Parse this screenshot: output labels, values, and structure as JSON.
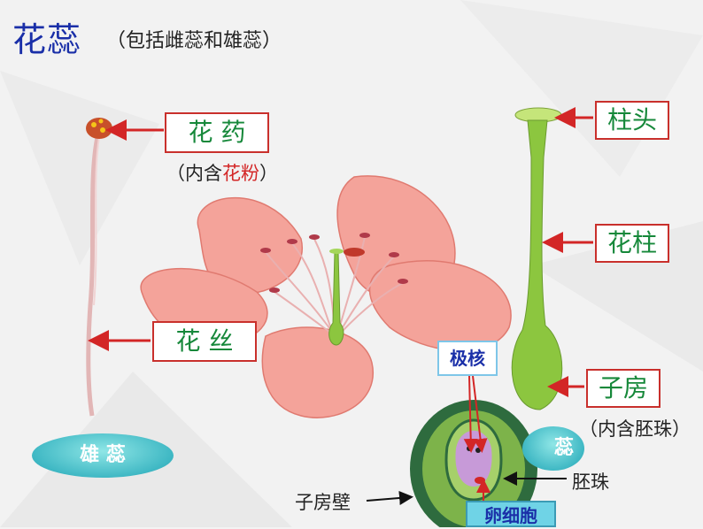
{
  "title": "花蕊",
  "subtitle": "（包括雌蕊和雄蕊）",
  "labels": {
    "anther": "花  药",
    "anther_note_prefix": "（内含",
    "anther_note_red": "花粉",
    "anther_note_suffix": "）",
    "filament": "花  丝",
    "stigma": "柱头",
    "style": "花柱",
    "ovary": "子房",
    "ovary_note": "（内含胚珠）",
    "polar_nuclei": "极核",
    "ovule": "胚珠",
    "ovary_wall": "子房壁",
    "egg_cell": "卵细胞",
    "stamen": "雄 蕊",
    "pistil": "蕊"
  },
  "colors": {
    "title": "#1a2fa8",
    "label_text": "#16883a",
    "arrow": "#d32626",
    "petal": "#f4a39a",
    "pistil_green": "#8cc63f"
  }
}
